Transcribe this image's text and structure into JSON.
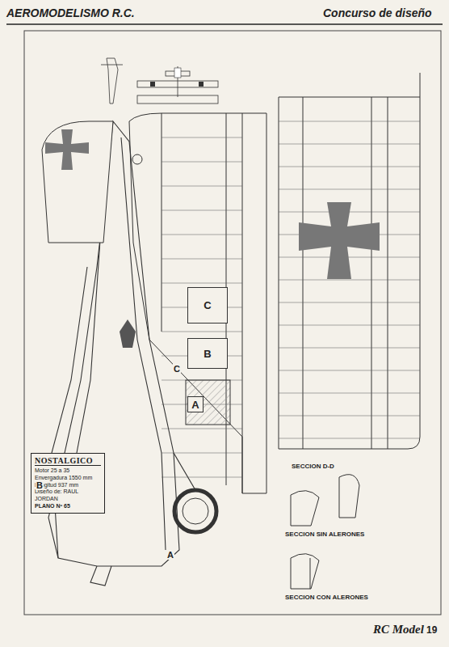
{
  "diagram": {
    "nodes": [
      {
        "text": [
          "NOSTALGICO",
          "Motor 25 a 35",
          "Envergadura 1550 mm",
          "Longitud 937 mm",
          "Diseño de: RAUL JORDAN",
          "PLANO Nº 65"
        ]
      },
      {
        "text": [
          "A"
        ]
      },
      {
        "text": [
          "B"
        ]
      },
      {
        "text": [
          "C"
        ]
      }
    ],
    "labels": [
      "AEROMODELISMO R.C.",
      "Concurso de diseño",
      "SECCION D-D",
      "SECCION SIN ALERONES",
      "SECCION CON ALERONES",
      "RC Model",
      "19",
      "A",
      "B",
      "C"
    ]
  }
}
